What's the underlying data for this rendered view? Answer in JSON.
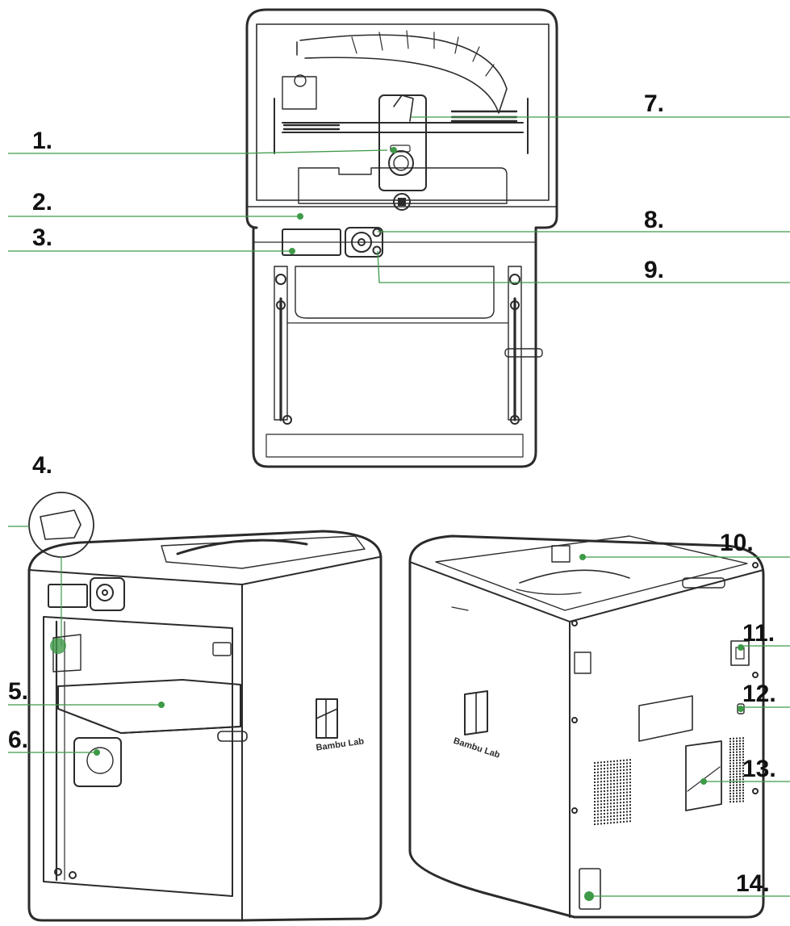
{
  "colors": {
    "leader_line": "#3e9a48",
    "outline": "#2b2b2b",
    "accent_dot": "#3e9a48",
    "background": "#ffffff"
  },
  "callouts": [
    {
      "id": "1",
      "label": "1."
    },
    {
      "id": "2",
      "label": "2."
    },
    {
      "id": "3",
      "label": "3."
    },
    {
      "id": "4",
      "label": "4."
    },
    {
      "id": "5",
      "label": "5."
    },
    {
      "id": "6",
      "label": "6."
    },
    {
      "id": "7",
      "label": "7."
    },
    {
      "id": "8",
      "label": "8."
    },
    {
      "id": "9",
      "label": "9."
    },
    {
      "id": "10",
      "label": "10."
    },
    {
      "id": "11",
      "label": "11."
    },
    {
      "id": "12",
      "label": "12."
    },
    {
      "id": "13",
      "label": "13."
    },
    {
      "id": "14",
      "label": "14."
    }
  ],
  "logos": {
    "brand_text_front": "Bambu Lab",
    "brand_text_back": "Bambu Lab"
  }
}
